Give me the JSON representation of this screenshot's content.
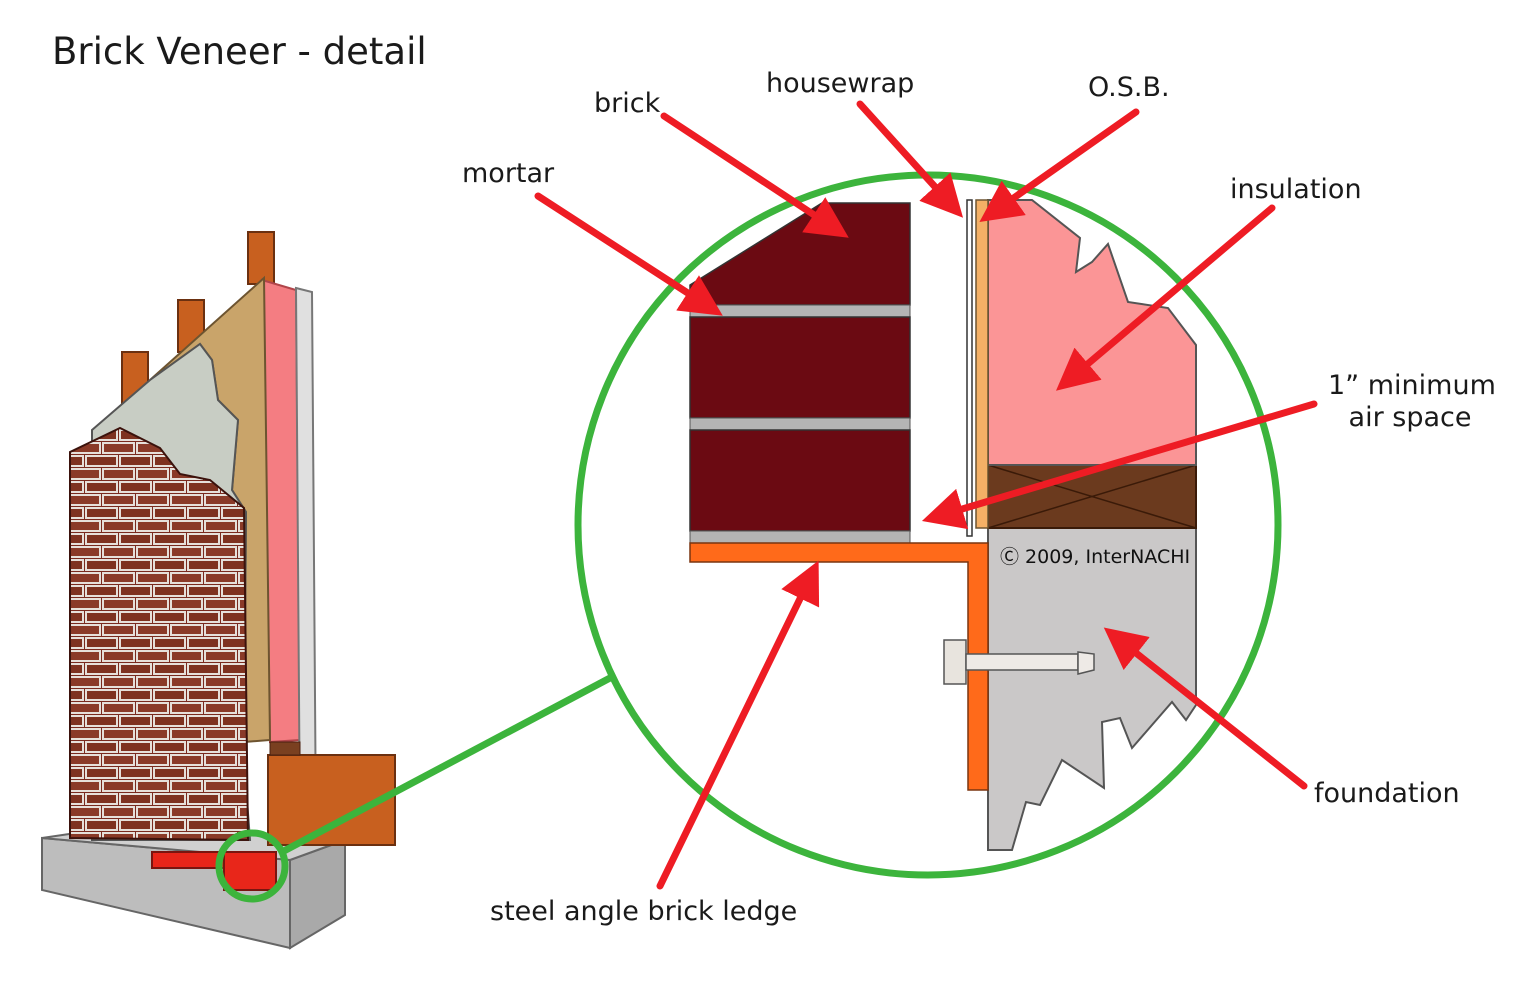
{
  "title": "Brick Veneer - detail",
  "labels": {
    "brick": "brick",
    "housewrap": "housewrap",
    "osb": "O.S.B.",
    "mortar": "mortar",
    "insulation": "insulation",
    "air_space_line1": "1” minimum",
    "air_space_line2": "air space",
    "foundation": "foundation",
    "steel_angle": "steel angle brick ledge"
  },
  "copyright": "Ⓒ 2009, InterNACHI",
  "colors": {
    "brick": "#6b0a12",
    "mortar": "#b4b4b4",
    "steel": "#ff6a1a",
    "osb": "#f4b066",
    "insulation": "#fb9596",
    "rim_joist": "#6b3a1e",
    "foundation": "#cac8c8",
    "arrow": "#ee1c24",
    "callout": "#3cb43c",
    "framing": "#c8601f",
    "sheathing": "#c9a46a",
    "gypsum": "#c8cdc4"
  }
}
